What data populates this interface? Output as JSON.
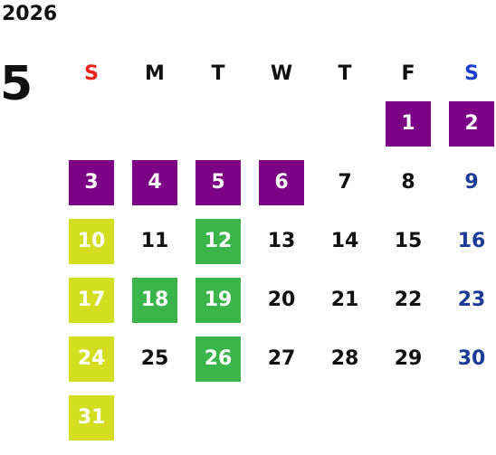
{
  "calendar": {
    "year": "2026",
    "month": "5",
    "weekdays": [
      {
        "label": "S",
        "color": "#e8231c"
      },
      {
        "label": "M",
        "color": "#111111"
      },
      {
        "label": "T",
        "color": "#111111"
      },
      {
        "label": "W",
        "color": "#111111"
      },
      {
        "label": "T",
        "color": "#111111"
      },
      {
        "label": "F",
        "color": "#111111"
      },
      {
        "label": "S",
        "color": "#1a3fd0"
      }
    ],
    "first_weekday_index": 5,
    "days_in_month": 31,
    "colors": {
      "purple": "#7b0086",
      "lime": "#d2de1f",
      "green": "#3ab54a",
      "text_default": "#111111",
      "text_saturday": "#1a3c96",
      "text_highlight": "#ffffff"
    },
    "highlights": {
      "1": "purple",
      "2": "purple",
      "3": "purple",
      "4": "purple",
      "5": "purple",
      "6": "purple",
      "10": "lime",
      "17": "lime",
      "24": "lime",
      "31": "lime",
      "12": "green",
      "18": "green",
      "19": "green",
      "26": "green"
    }
  }
}
